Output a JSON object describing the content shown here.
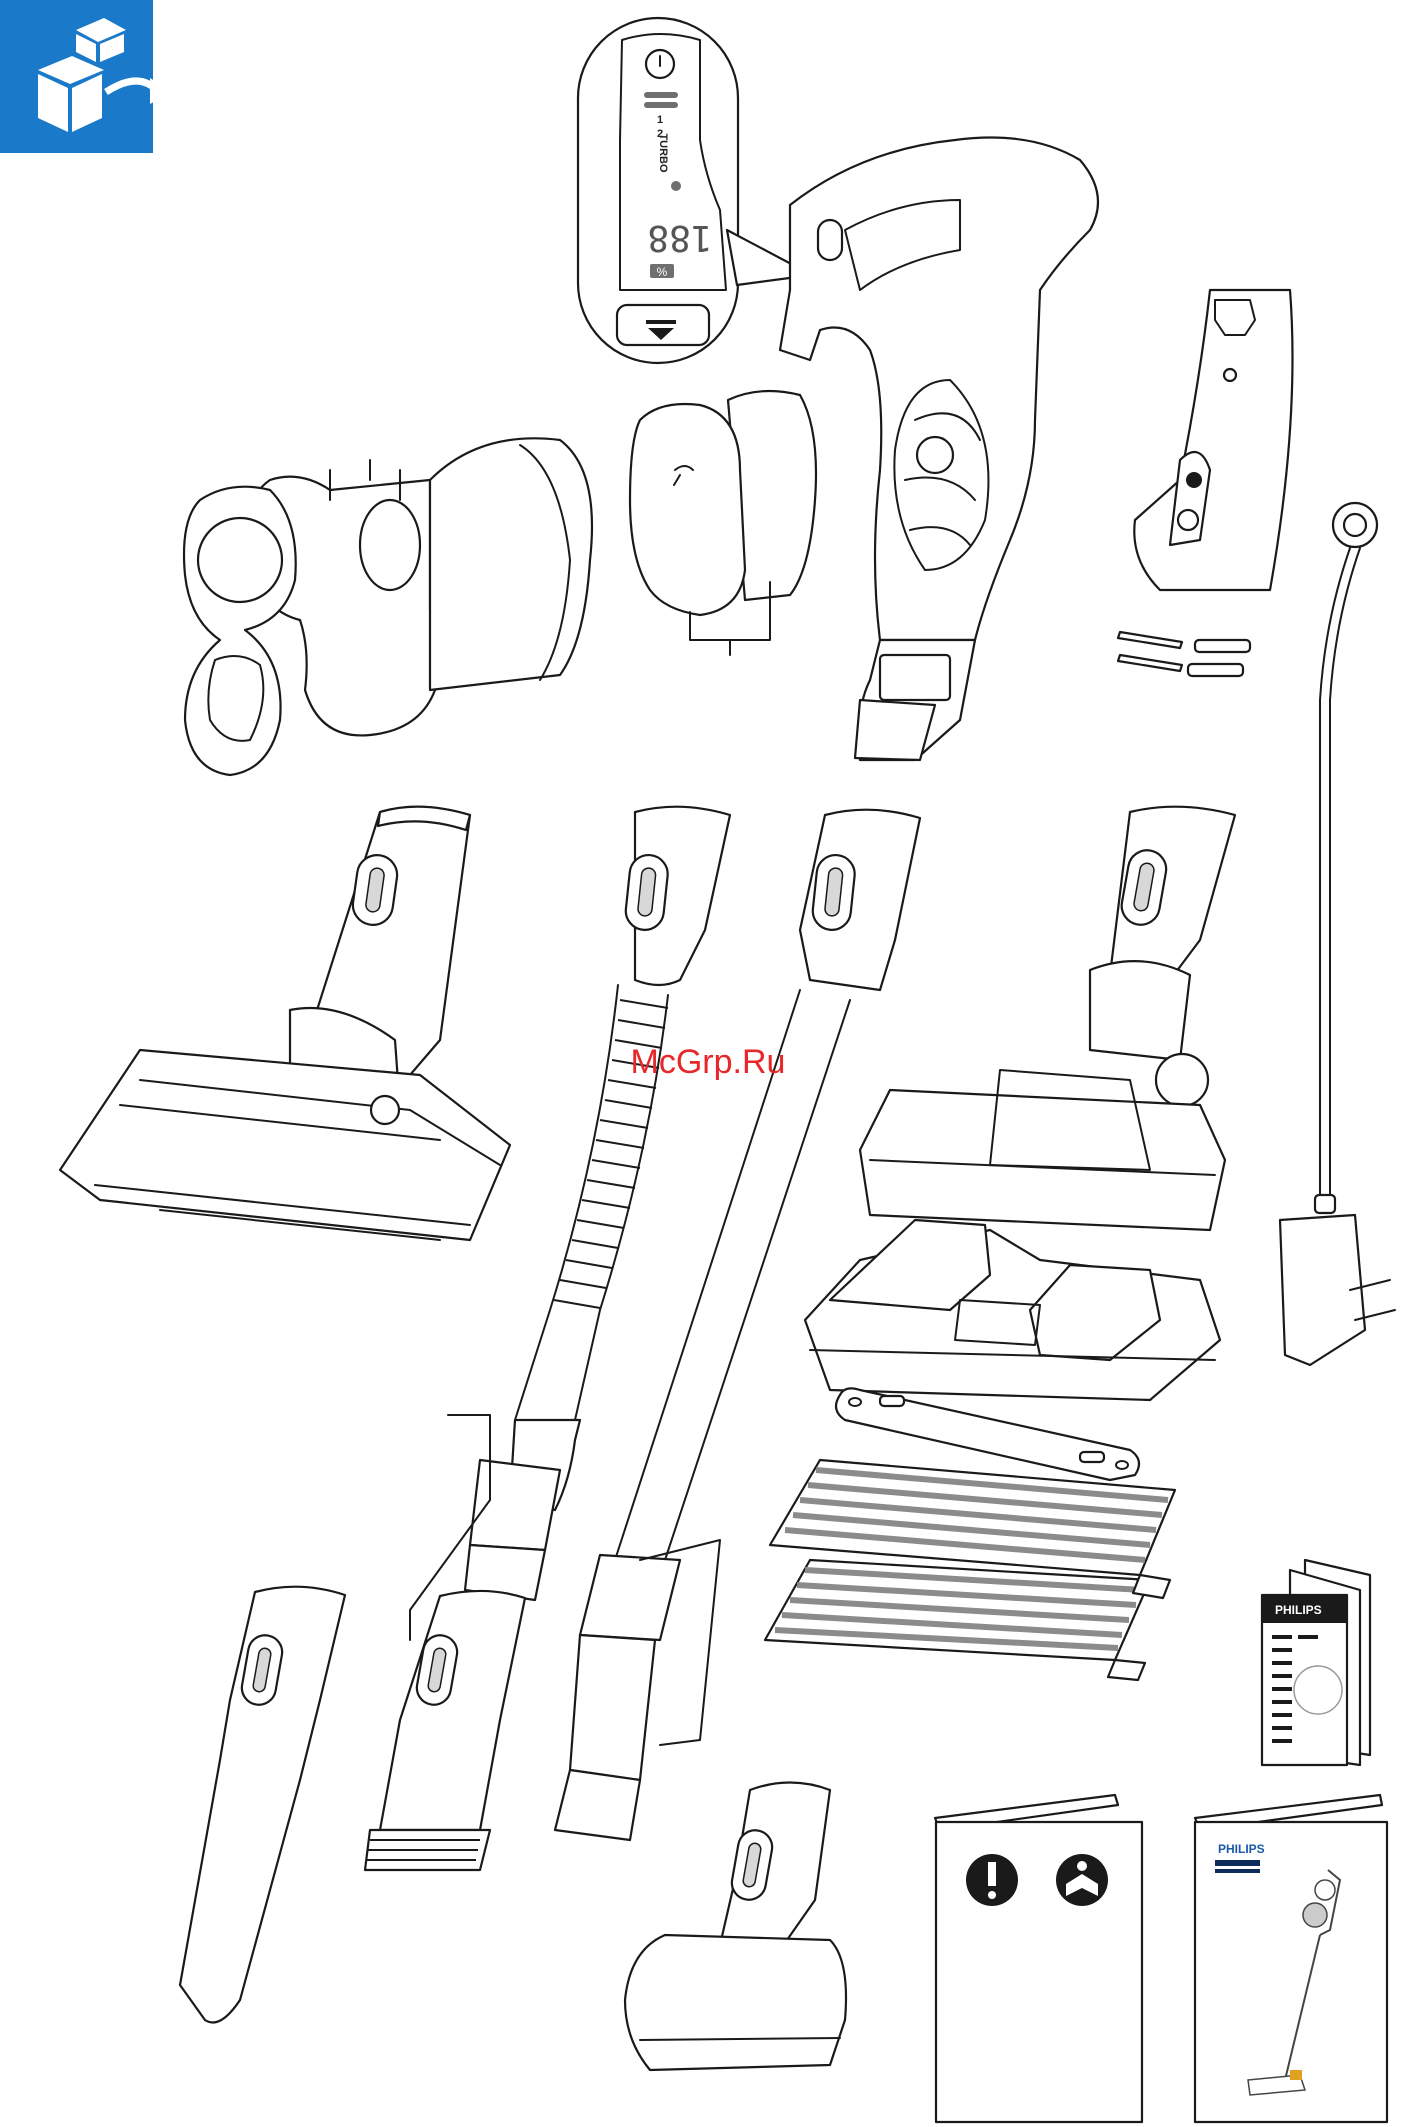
{
  "header": {
    "badge_icon": "box-unpack-icon",
    "badge_color": "#1a79c8"
  },
  "handle_display": {
    "turbo_label": "TURBO",
    "speed_marks": [
      "1",
      "2"
    ],
    "digits": "188",
    "battery_symbol": "%"
  },
  "watermark": {
    "text": "McGrp.Ru",
    "color": "#e8272a"
  },
  "leaflets": {
    "manual_brand": "PHILIPS",
    "safety_brand": "PHILIPS",
    "safety_icons": [
      "warning-exclamation-icon",
      "read-manual-icon"
    ]
  }
}
